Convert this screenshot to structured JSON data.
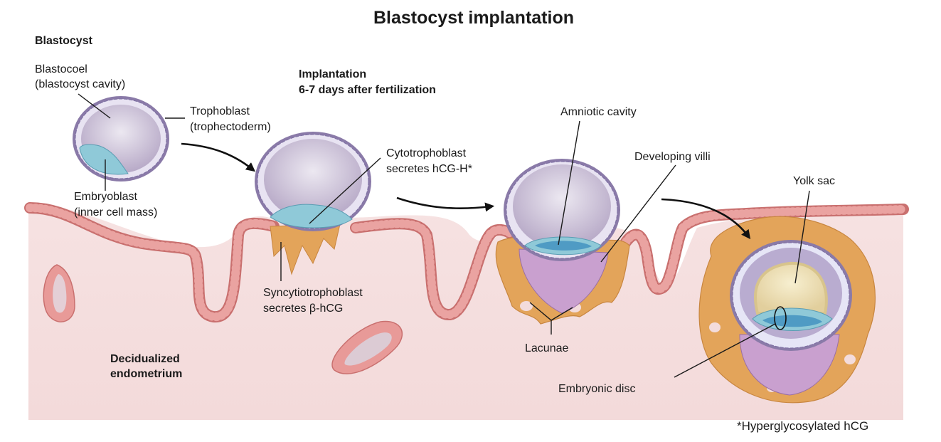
{
  "title": "Blastocyst implantation",
  "stages": {
    "blastocyst": {
      "heading": "Blastocyst",
      "labels": {
        "blastocoel": [
          "Blastocoel",
          "(blastocyst cavity)"
        ],
        "trophoblast": [
          "Trophoblast",
          "(trophectoderm)"
        ],
        "embryoblast": [
          "Embryoblast",
          "(inner cell mass)"
        ]
      }
    },
    "implantation": {
      "heading": [
        "Implantation",
        "6-7 days after fertilization"
      ],
      "labels": {
        "cytotrophoblast": [
          "Cytotrophoblast",
          "secretes hCG-H*"
        ],
        "syncytiotrophoblast": [
          "Syncytiotrophoblast",
          "secretes β-hCG"
        ]
      }
    },
    "early_embryo": {
      "labels": {
        "amniotic_cavity": "Amniotic cavity",
        "developing_villi": "Developing villi",
        "lacunae": "Lacunae"
      }
    },
    "embedded_embryo": {
      "labels": {
        "yolk_sac": "Yolk sac",
        "embryonic_disc": "Embryonic disc"
      }
    }
  },
  "tissue_label": [
    "Decidualized",
    "endometrium"
  ],
  "footnote": "*Hyperglycosylated hCG",
  "colors": {
    "endometrium": "#f3dcdc",
    "epithelium": "#e89a98",
    "epithelium_stroke": "#c9706f",
    "blastocoel": "#c9bfd6",
    "trophoblast_cells": "#ece8f5",
    "trophoblast_stroke": "#7d6fa3",
    "embryoblast": "#8fc9d8",
    "syncytio": "#e3a45a",
    "villi": "#c9a0cf",
    "amnion": "#4f9bc4",
    "yolk": "#efe2b8"
  }
}
